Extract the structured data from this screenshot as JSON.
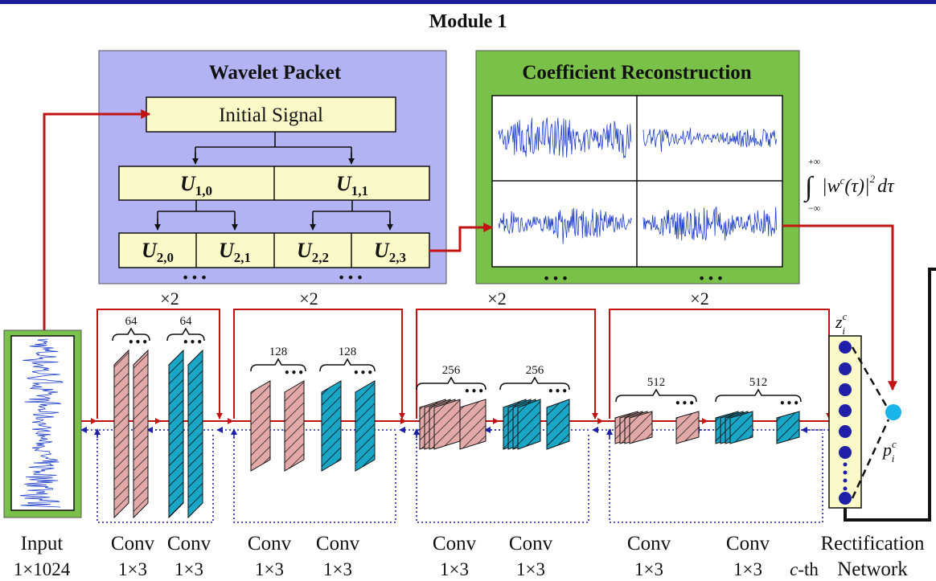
{
  "module_title": "Module 1",
  "wavelet": {
    "title": "Wavelet Packet",
    "initial": "Initial Signal",
    "level1": [
      {
        "sym": "U",
        "sub": "1,0"
      },
      {
        "sym": "U",
        "sub": "1,1"
      }
    ],
    "level2": [
      {
        "sym": "U",
        "sub": "2,0"
      },
      {
        "sym": "U",
        "sub": "2,1"
      },
      {
        "sym": "U",
        "sub": "2,2"
      },
      {
        "sym": "U",
        "sub": "2,3"
      }
    ],
    "ellipsis": "•••"
  },
  "coefficient": {
    "title": "Coefficient Reconstruction",
    "ellipsis": "•••"
  },
  "energy_formula": {
    "upper": "+∞",
    "lower": "−∞",
    "body": "|w",
    "sup": "c",
    "tail": "(τ)|",
    "power": "2",
    "dtau": "dτ"
  },
  "repeat_marks": [
    "×2",
    "×2",
    "×2",
    "×2"
  ],
  "channels": [
    "64",
    "64",
    "128",
    "128",
    "256",
    "256",
    "512",
    "512"
  ],
  "rectifier": {
    "z_symbol": "z",
    "z_sub": "i",
    "z_sup": "c",
    "p_symbol": "p",
    "p_sub": "i",
    "p_sup": "c"
  },
  "bottom_labels": {
    "input": [
      "Input",
      "1×1024"
    ],
    "conv": [
      "Conv",
      "1×3"
    ],
    "cth": "c-th",
    "rect": [
      "Rectification",
      "Network"
    ]
  },
  "colors": {
    "wavelet_bg": "#b3b3f4",
    "coeff_bg": "#79c148",
    "node_fill": "#fafac8",
    "conv_pink": "#e3a9a9",
    "conv_cyan": "#1aa6c6",
    "arrow_red": "#c31212",
    "dot_blue": "#1f1fa8",
    "signal_blue": "#1f3fc8"
  }
}
